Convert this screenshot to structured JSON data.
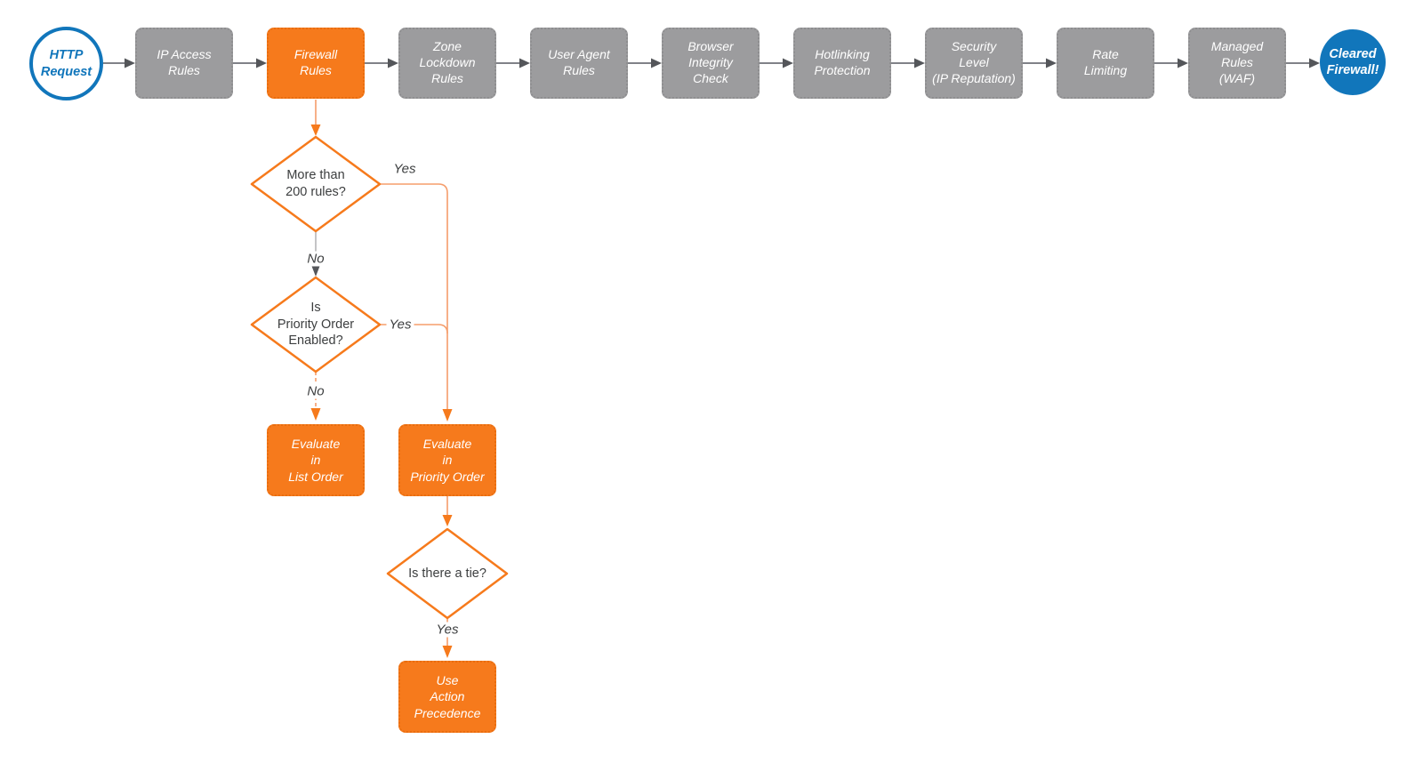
{
  "colors": {
    "orange": "#f67a1c",
    "orange_connector": "#f59d6b",
    "gray_node": "#9c9c9e",
    "gray_connector": "#b0b0b2",
    "arrow_dark": "#54565a",
    "blue": "#1176bb",
    "text_dark": "#3c3e3f",
    "node_text": "#ffffff"
  },
  "pipeline": {
    "start_label": "HTTP\nRequest",
    "stages": [
      {
        "label": "IP Access\nRules"
      },
      {
        "label": "Firewall\nRules"
      },
      {
        "label": "Zone\nLockdown\nRules"
      },
      {
        "label": "User Agent\nRules"
      },
      {
        "label": "Browser\nIntegrity\nCheck"
      },
      {
        "label": "Hotlinking\nProtection"
      },
      {
        "label": "Security\nLevel\n(IP Reputation)"
      },
      {
        "label": "Rate\nLimiting"
      },
      {
        "label": "Managed\nRules\n(WAF)"
      }
    ],
    "end_label": "Cleared\nFirewall!"
  },
  "decisions": {
    "more_than_200_rules": {
      "label": "More than\n200 rules?"
    },
    "priority_order_enabled": {
      "label": "Is\nPriority Order\nEnabled?"
    },
    "is_there_a_tie": {
      "label": "Is there a tie?"
    }
  },
  "processes": {
    "list_order": {
      "label": "Evaluate\nin\nList Order"
    },
    "priority_order": {
      "label": "Evaluate\nin\nPriority Order"
    },
    "action_precedence": {
      "label": "Use\nAction\nPrecedence"
    }
  },
  "edge_labels": {
    "d1_yes": "Yes",
    "d1_no": "No",
    "d2_yes": "Yes",
    "d2_no": "No",
    "d3_yes": "Yes"
  }
}
